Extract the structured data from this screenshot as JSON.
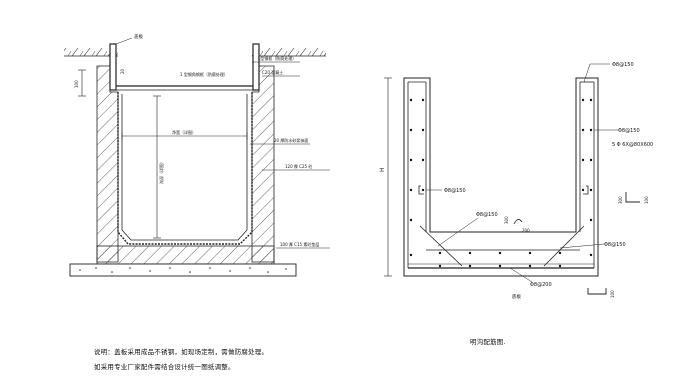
{
  "left_drawing": {
    "labels": {
      "cover_plate": "盖板",
      "inlet_dim": "20",
      "steel_frame": "L型钢框（防腐处理）",
      "plate_edge": "1 型钢角钢框（防腐处理）",
      "concrete_wall": "C20 混凝土",
      "plaster": "20 厚防水砂浆抹面",
      "inner_width": "净宽（详图）",
      "wall_thick": "120 厚 C25 砼",
      "depth": "沟深（详图）",
      "cushion": "100 厚 C15 素砼垫层",
      "side_dim": "100"
    }
  },
  "right_drawing": {
    "labels": {
      "rebar_top": "Φ8@150",
      "rebar_side": "Φ8@150",
      "rebar_corner": "5 Φ 6X@80X600",
      "rebar_mid_left": "Φ8@150",
      "rebar_mid_center": "Φ8@150",
      "rebar_bottom_right": "Φ8@150",
      "rebar_bottom": "Φ8@200",
      "bottom_label": "底板",
      "height_label": "H",
      "small_dim_1": "300",
      "small_dim_2": "200",
      "hook_dim_1": "300",
      "hook_dim_2": "100",
      "hook_dim_3": "100"
    }
  },
  "notes": {
    "left_line1": "说明：盖板采用成品不锈钢，如现场定制，需做防腐处理。",
    "left_line2": "如采用专业厂家配件需结合设计统一图纸调整。",
    "right_caption": "明沟配筋图."
  }
}
